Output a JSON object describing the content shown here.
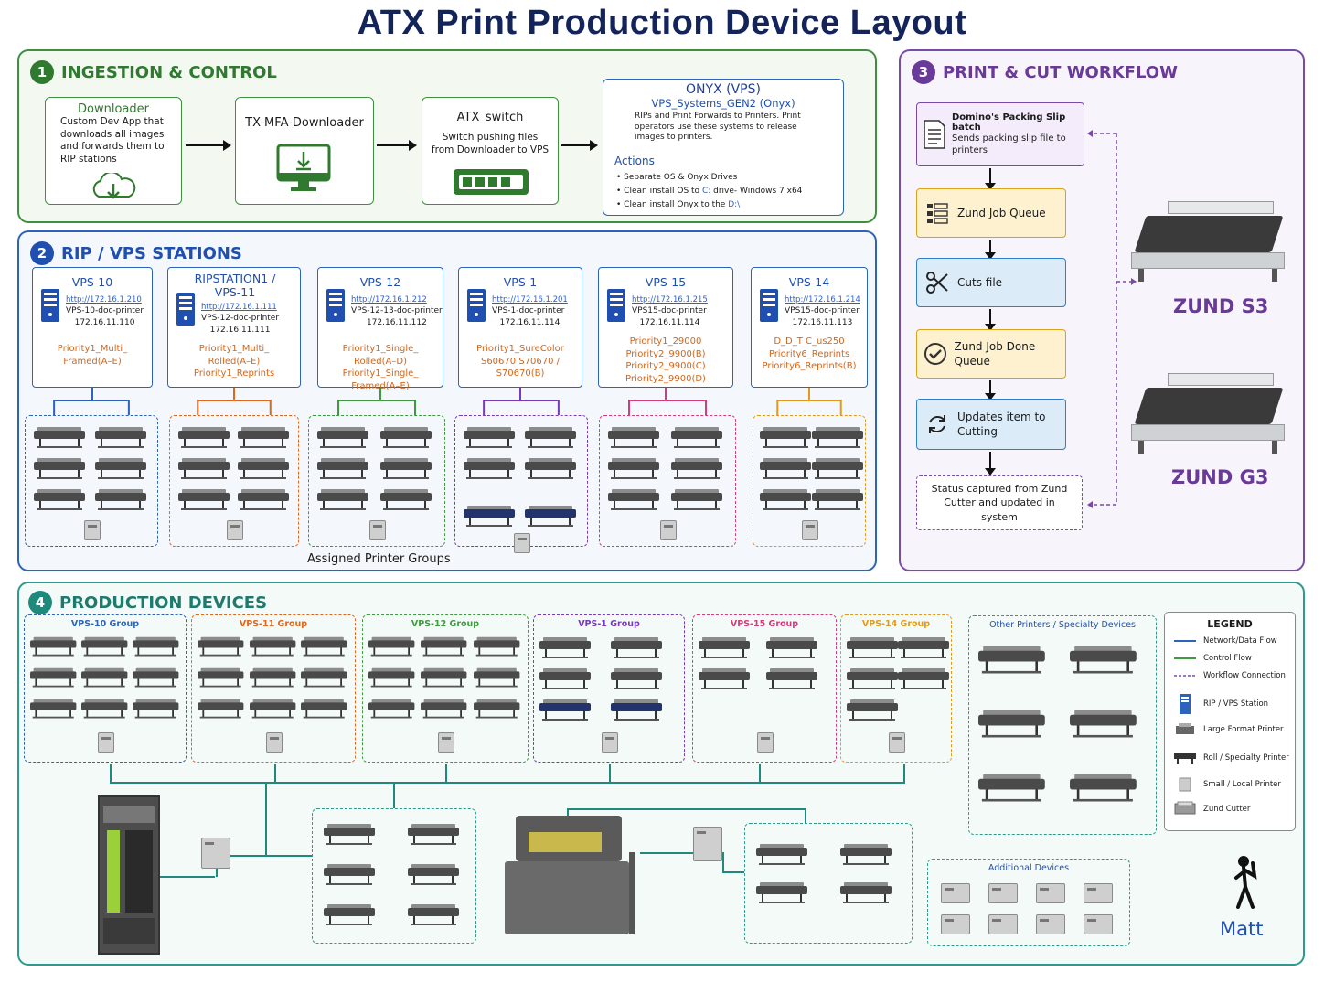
{
  "title": "ATX Print Production Device Layout",
  "sections": {
    "s1": {
      "num": "1",
      "title": "INGESTION & CONTROL"
    },
    "s2": {
      "num": "2",
      "title": "RIP / VPS STATIONS"
    },
    "s3": {
      "num": "3",
      "title": "PRINT & CUT WORKFLOW"
    },
    "s4": {
      "num": "4",
      "title": "PRODUCTION DEVICES"
    }
  },
  "ingestion": {
    "downloader": {
      "title": "Downloader",
      "desc": "Custom Dev App that downloads all images and forwards them to RIP stations"
    },
    "tx": {
      "title": "TX-MFA-Downloader"
    },
    "switch": {
      "title": "ATX_switch",
      "desc": "Switch pushing files from Downloader to VPS"
    },
    "onyx": {
      "title": "ONYX (VPS)",
      "subtitle": "VPS_Systems_GEN2 (Onyx)",
      "desc": "RIPs and Print Forwards to Printers. Print operators use these systems to release images to printers.",
      "actions_label": "Actions",
      "a1": "Separate OS & Onyx Drives",
      "a2_pre": "Clean install OS to ",
      "a2_drive": "C:",
      "a2_post": " drive- Windows 7 x64",
      "a3_pre": "Clean install Onyx to the ",
      "a3_drive": "D:\\"
    }
  },
  "stations": [
    {
      "name": "VPS-10",
      "url": "http://172.16.1.210",
      "host": "VPS-10-doc-printer",
      "ip": "172.16.11.110",
      "queues": "Priority1_Multi_ Framed(A–E)",
      "color": "#2d63b9"
    },
    {
      "name": "RIPSTATION1 / VPS-11",
      "url": "http://172.16.1.111",
      "host": "VPS-12-doc-printer",
      "ip": "172.16.11.111",
      "queues": "Priority1_Multi_ Rolled(A–E) Priority1_Reprints",
      "color": "#e0661b"
    },
    {
      "name": "VPS-12",
      "url": "http://172.16.1.212",
      "host": "VPS-12-13-doc-printer",
      "ip": "172.16.11.112",
      "queues": "Priority1_Single_ Rolled(A–D) Priority1_Single_ Framed(A–E)",
      "color": "#3f9a3f"
    },
    {
      "name": "VPS-1",
      "url": "http://172.16.1.201",
      "host": "VPS-1-doc-printer",
      "ip": "172.16.11.114",
      "queues": "Priority1_SureColor S60670 S70670 / S70670(B)",
      "color": "#7a3ab8"
    },
    {
      "name": "VPS-15",
      "url": "http://172.16.1.215",
      "host": "VPS15-doc-printer",
      "ip": "172.16.11.114",
      "queues": "Priority1_29000 Priority2_9900(B) Priority2_9900(C) Priority2_9900(D)",
      "color": "#d63a7a"
    },
    {
      "name": "VPS-14",
      "url": "http://172.16.1.214",
      "host": "VPS15-doc-printer",
      "ip": "172.16.11.113",
      "queues": "D_D_T C_us250 Priority6_Reprints Priority6_Reprints(B)",
      "color": "#e39a1b"
    }
  ],
  "assigned_label": "Assigned Printer Groups",
  "workflow": {
    "packing": {
      "title": "Domino's Packing Slip batch",
      "desc": "Sends packing slip file to printers"
    },
    "queue": "Zund Job Queue",
    "cuts": "Cuts file",
    "done": "Zund Job Done Queue",
    "updates": "Updates item to Cutting",
    "status": "Status captured from Zund Cutter and updated in system",
    "cutter1": "ZUND S3",
    "cutter2": "ZUND G3"
  },
  "groups": [
    {
      "name": "VPS-10 Group",
      "color": "#2d63b9"
    },
    {
      "name": "VPS-11 Group",
      "color": "#e0661b"
    },
    {
      "name": "VPS-12 Group",
      "color": "#3f9a3f"
    },
    {
      "name": "VPS-1 Group",
      "color": "#7a3ab8"
    },
    {
      "name": "VPS-15 Group",
      "color": "#d63a7a"
    },
    {
      "name": "VPS-14 Group",
      "color": "#e39a1b"
    }
  ],
  "other_devices": "Other Printers / Specialty Devices",
  "additional_devices": "Additional Devices",
  "legend": {
    "title": "LEGEND",
    "items": [
      "Network/Data Flow",
      "Control Flow",
      "Workflow Connection",
      "RIP / VPS Station",
      "Large Format Printer",
      "Roll / Specialty Printer",
      "Small / Local Printer",
      "Zund Cutter"
    ]
  },
  "person": "Matt",
  "colors": {
    "blue": "#2d63b9",
    "green": "#3f8f3f",
    "purple": "#7a4aa8",
    "teal": "#2d9a8c",
    "navy": "#13245a"
  }
}
